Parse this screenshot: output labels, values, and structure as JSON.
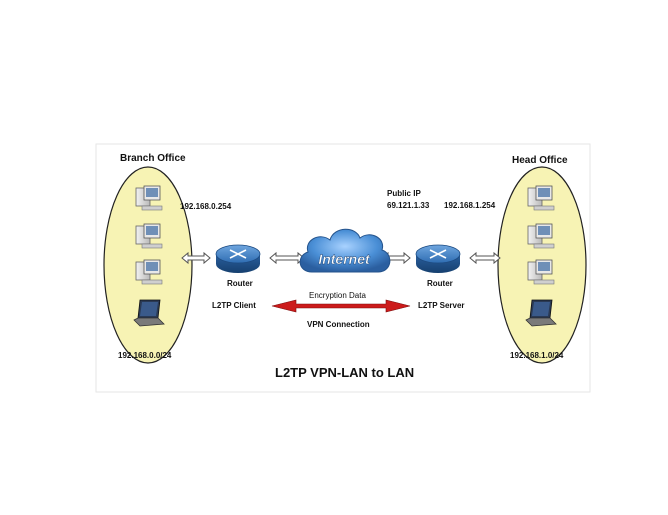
{
  "diagram": {
    "title": "L2TP VPN-LAN to LAN",
    "branch": {
      "name": "Branch Office",
      "router_ip": "192.168.0.254",
      "subnet": "192.168.0.0/24"
    },
    "head": {
      "name": "Head Office",
      "router_ip": "192.168.1.254",
      "subnet": "192.168.1.0/24"
    },
    "public_ip_label": "Public IP",
    "public_ip": "69.121.1.33",
    "router_left_label": "Router",
    "router_right_label": "Router",
    "internet_label": "Internet",
    "client_label": "L2TP Client",
    "server_label": "L2TP Server",
    "encryption_label": "Encryption Data",
    "vpn_label": "VPN Connection"
  },
  "colors": {
    "ellipse_fill": "#f7f3b4",
    "router_blue": "#2f6db2",
    "cloud_blue": "#4a8fd6",
    "tunnel_red": "#cc1b1b"
  }
}
